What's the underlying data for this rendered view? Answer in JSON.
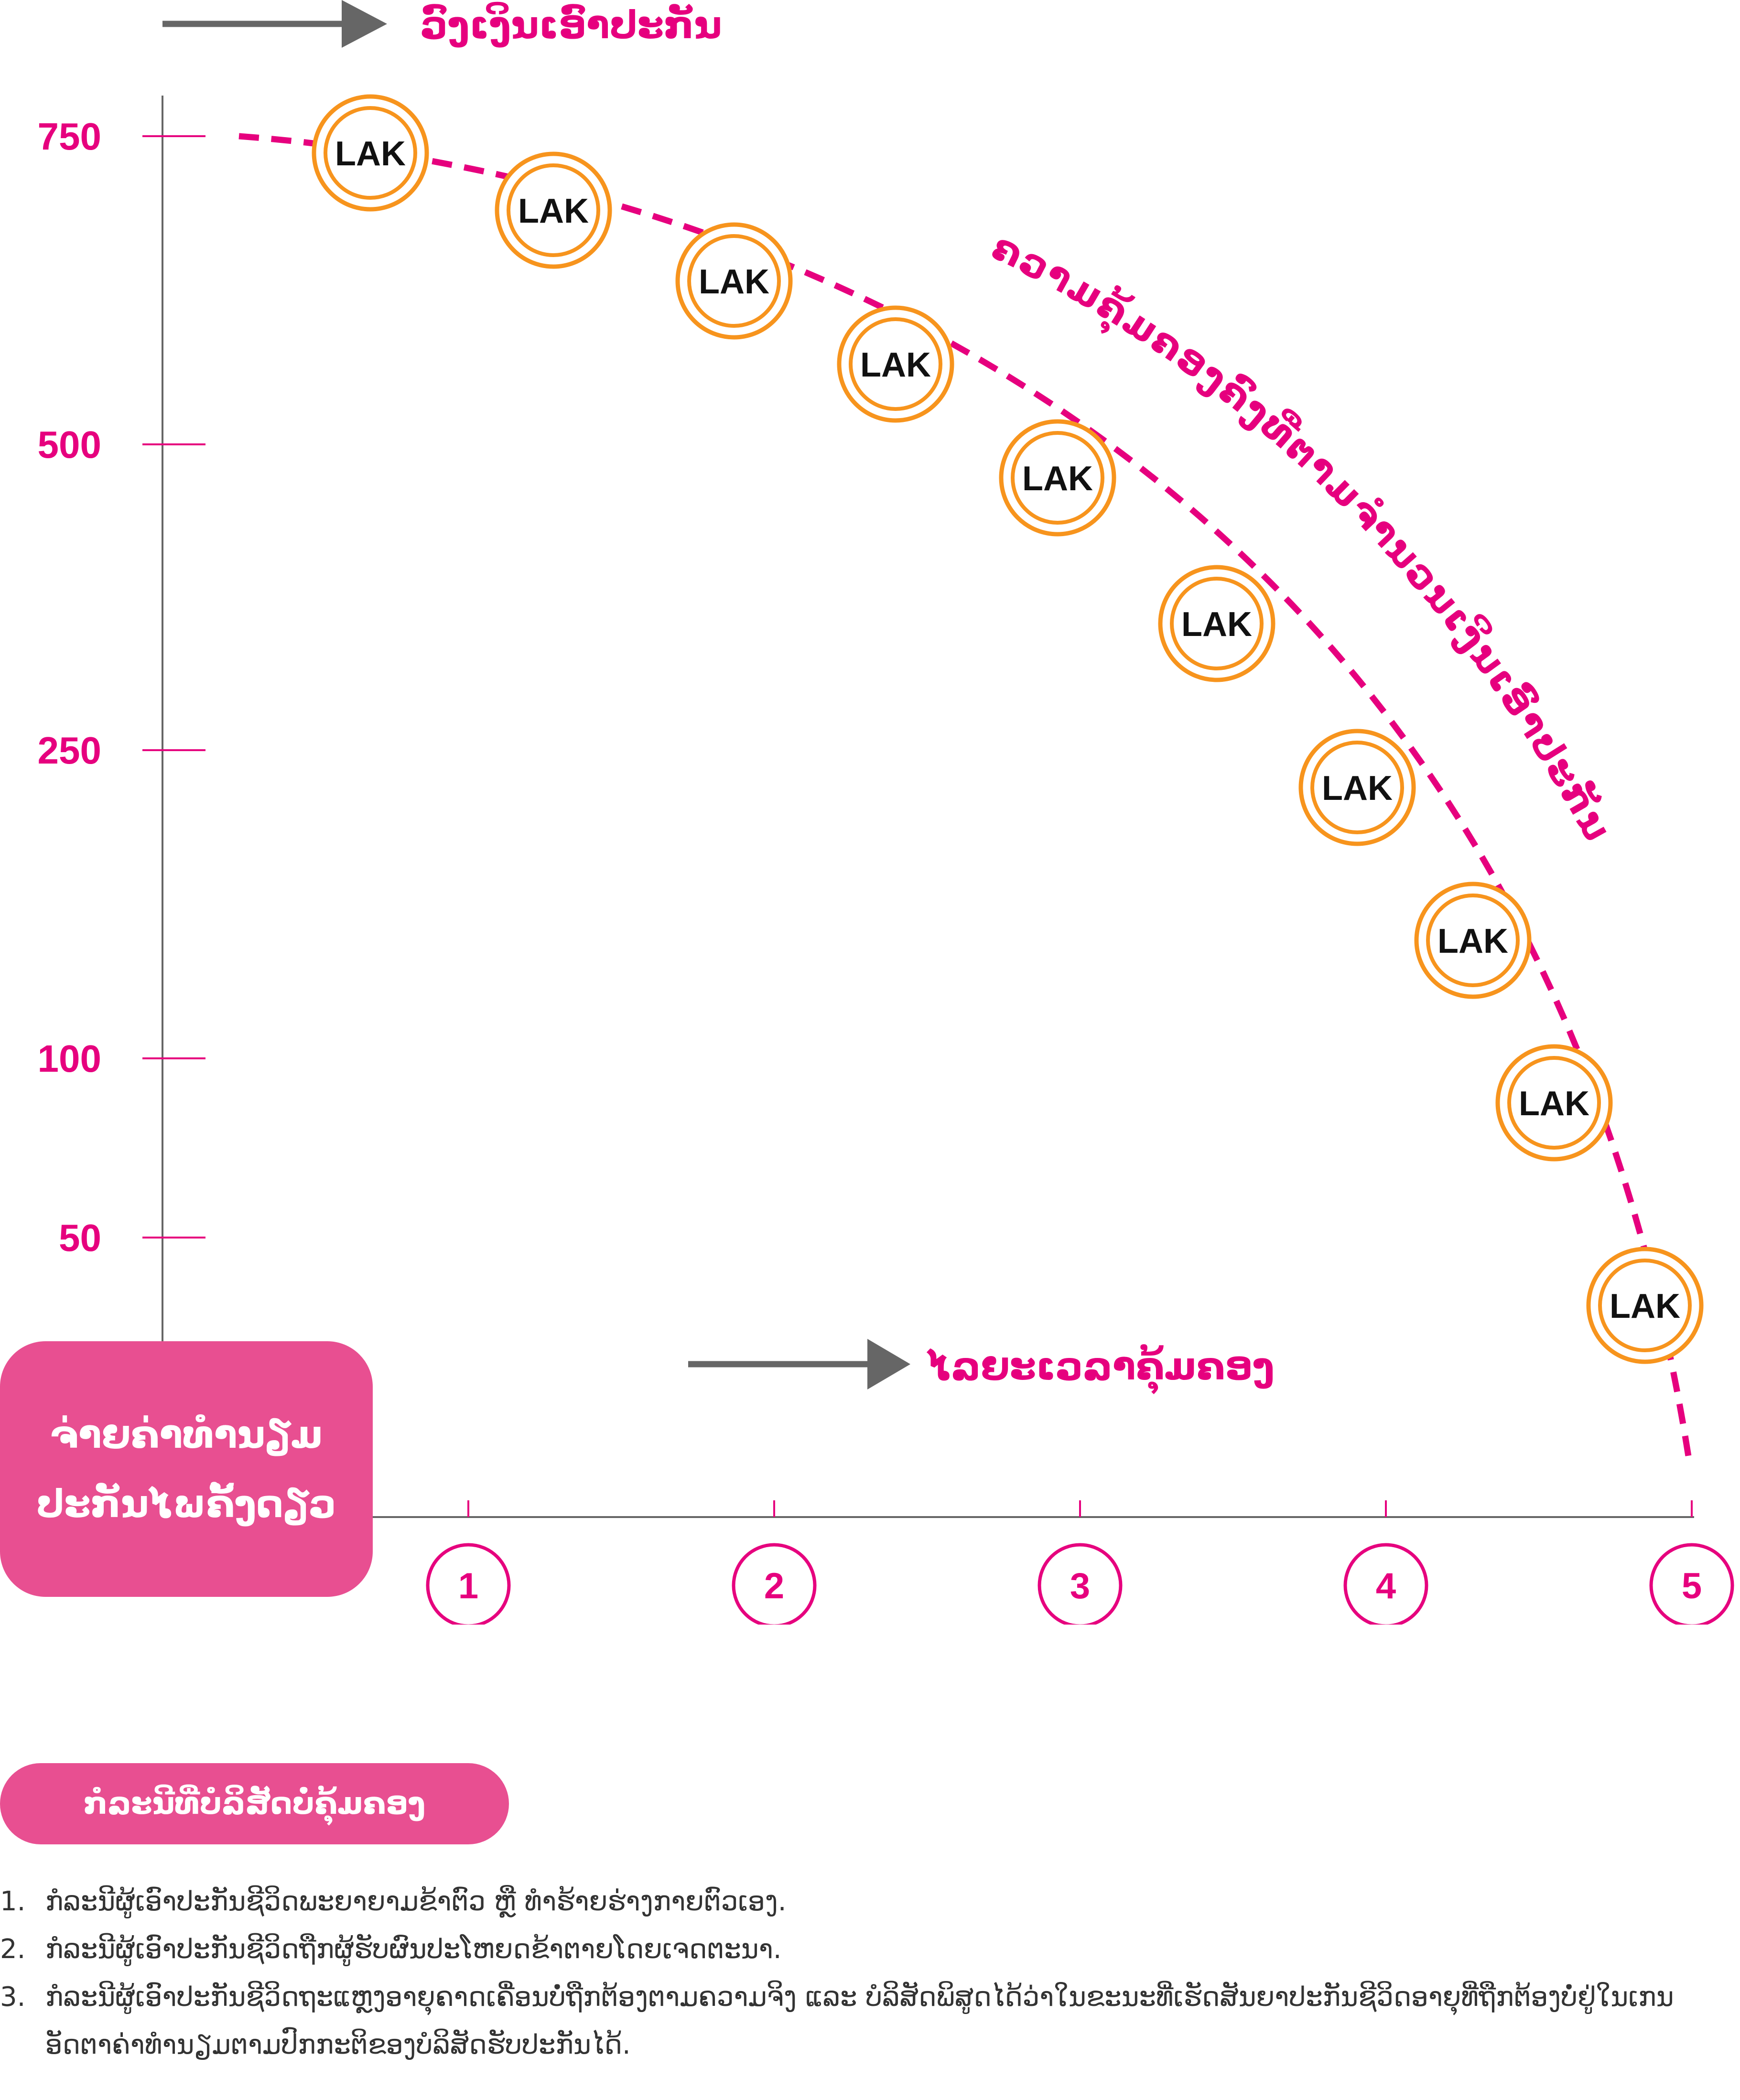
{
  "chart_data": {
    "type": "line",
    "title": "",
    "ylabel": "ວົງເງິນເອົາປະກັນ",
    "xlabel": "ໄລຍະເວລາຄຸ້ມຄອງ",
    "curve_label": "ຄວາມຄຸ້ມຄອງຄົງທີ່ຕາມຈຳນວນເງິນເອົາປະກັນ",
    "yticks": [
      750,
      500,
      250,
      100,
      50
    ],
    "xticks": [
      "1",
      "2",
      "3",
      "4",
      "5"
    ],
    "marker_label": "LAK",
    "grid": false
  },
  "premium_box": {
    "line1": "ຈ່າຍຄ່າທຳນຽມ",
    "line2": "ປະກັນໄພຄັ້ງດຽວ"
  },
  "notes": {
    "header": "ກໍລະນີທີ່ບໍລິສັດບໍ່ຄຸ້ມຄອງ",
    "items": [
      {
        "num": "1.",
        "text": "ກໍລະນີຜູ້ເອົາປະກັນຊີວິດພະຍາຍາມຂ້າຕົວ ຫຼື ທຳຮ້າຍຮ່າງກາຍຕົວເອງ."
      },
      {
        "num": "2.",
        "text": "ກໍລະນີຜູ້ເອົາປະກັນຊີວິດຖືກຜູ້ຮັບຜົນປະໂຫຍດຂ້າຕາຍໂດຍເຈດຕະນາ."
      },
      {
        "num": "3.",
        "text": "ກໍລະນີຜູ້ເອົາປະກັນຊີວິດຖະແຫຼງອາຍຸຄາດເຄື່ອນບໍ່ຖືກຕ້ອງຕາມຄວາມຈິງ ແລະ ບໍລິສັດພິສູດໄດ້ວ່າໃນຂະນະທີ່ເຮັດສັນຍາປະກັນຊີວິດອາຍຸທີ່ຖືກຕ້ອງບໍ່ຢູ່ໃນເກນອັດຕາຄ່າທຳນຽມຕາມປົກກະຕິຂອງບໍລິສັດຮັບປະກັນໄດ້."
      }
    ]
  },
  "colors": {
    "accent": "#e6007e",
    "box": "#e84f91",
    "axis": "#666666",
    "coin": "#f7941d",
    "arrow": "#666666"
  }
}
